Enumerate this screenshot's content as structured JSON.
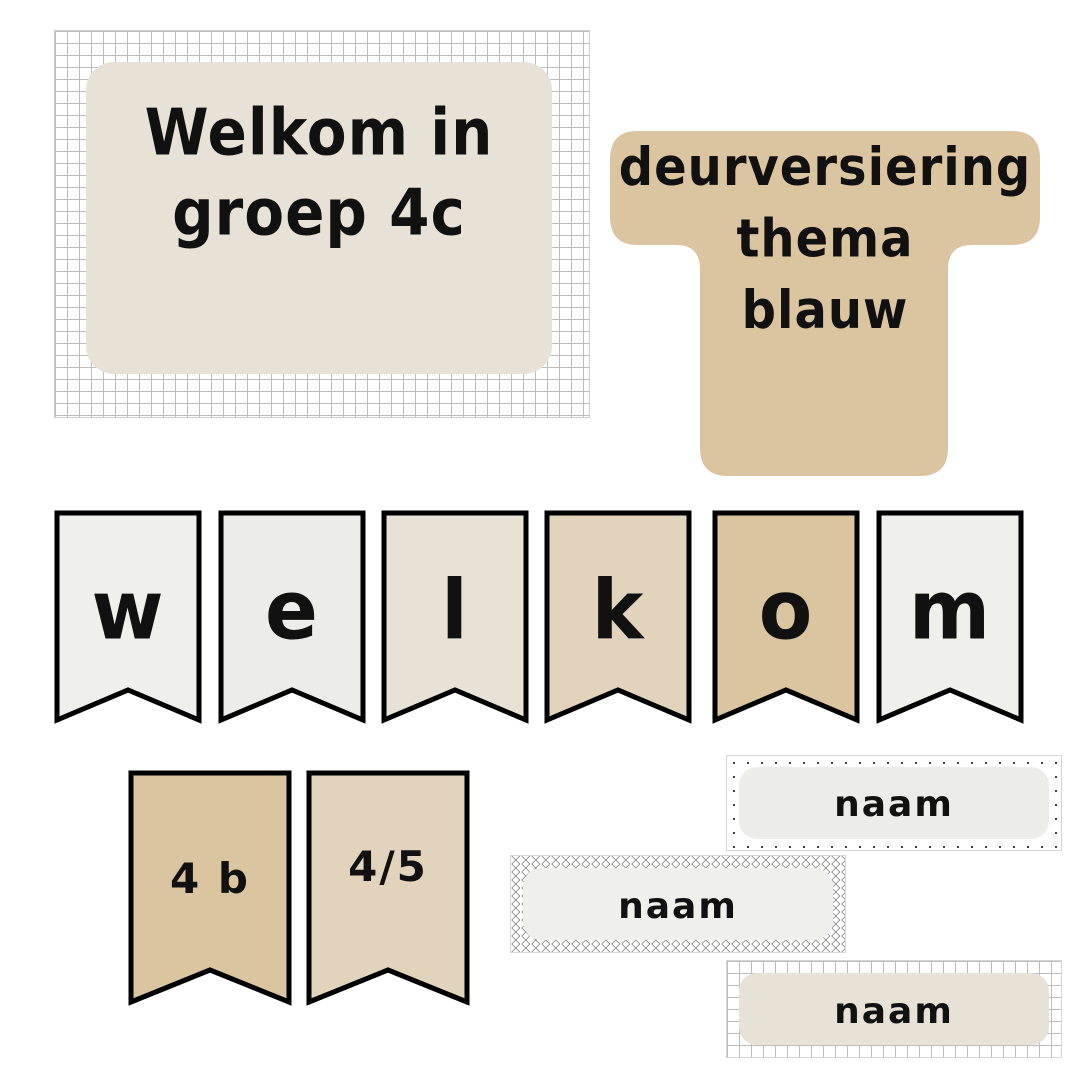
{
  "welcome_sign": {
    "line1": "Welkom in",
    "line2": "groep 4c",
    "colors": {
      "card": "#e8e2d6",
      "grid": "#bdbdbd"
    }
  },
  "theme_sign": {
    "line1": "deurversiering",
    "line2": "thema",
    "line3": "blauw",
    "color": "#dbc5a1"
  },
  "banner": {
    "letters": [
      {
        "text": "w",
        "color": "#efefec"
      },
      {
        "text": "e",
        "color": "#ececeb"
      },
      {
        "text": "l",
        "color": "#e8e2d6"
      },
      {
        "text": "k",
        "color": "#e1d3bc"
      },
      {
        "text": "o",
        "color": "#dbc5a1"
      },
      {
        "text": "m",
        "color": "#efefec"
      }
    ]
  },
  "small_banners": [
    {
      "text": "4 b",
      "color": "#dbc5a1"
    },
    {
      "text": "4/5",
      "color": "#e1d3bc"
    }
  ],
  "name_tags": [
    {
      "text": "naam",
      "pattern": "cross",
      "pill_color": "#ececeb"
    },
    {
      "text": "naam",
      "pattern": "zigzag",
      "pill_color": "#efefec"
    },
    {
      "text": "naam",
      "pattern": "grid",
      "pill_color": "#e8e2d6"
    }
  ]
}
